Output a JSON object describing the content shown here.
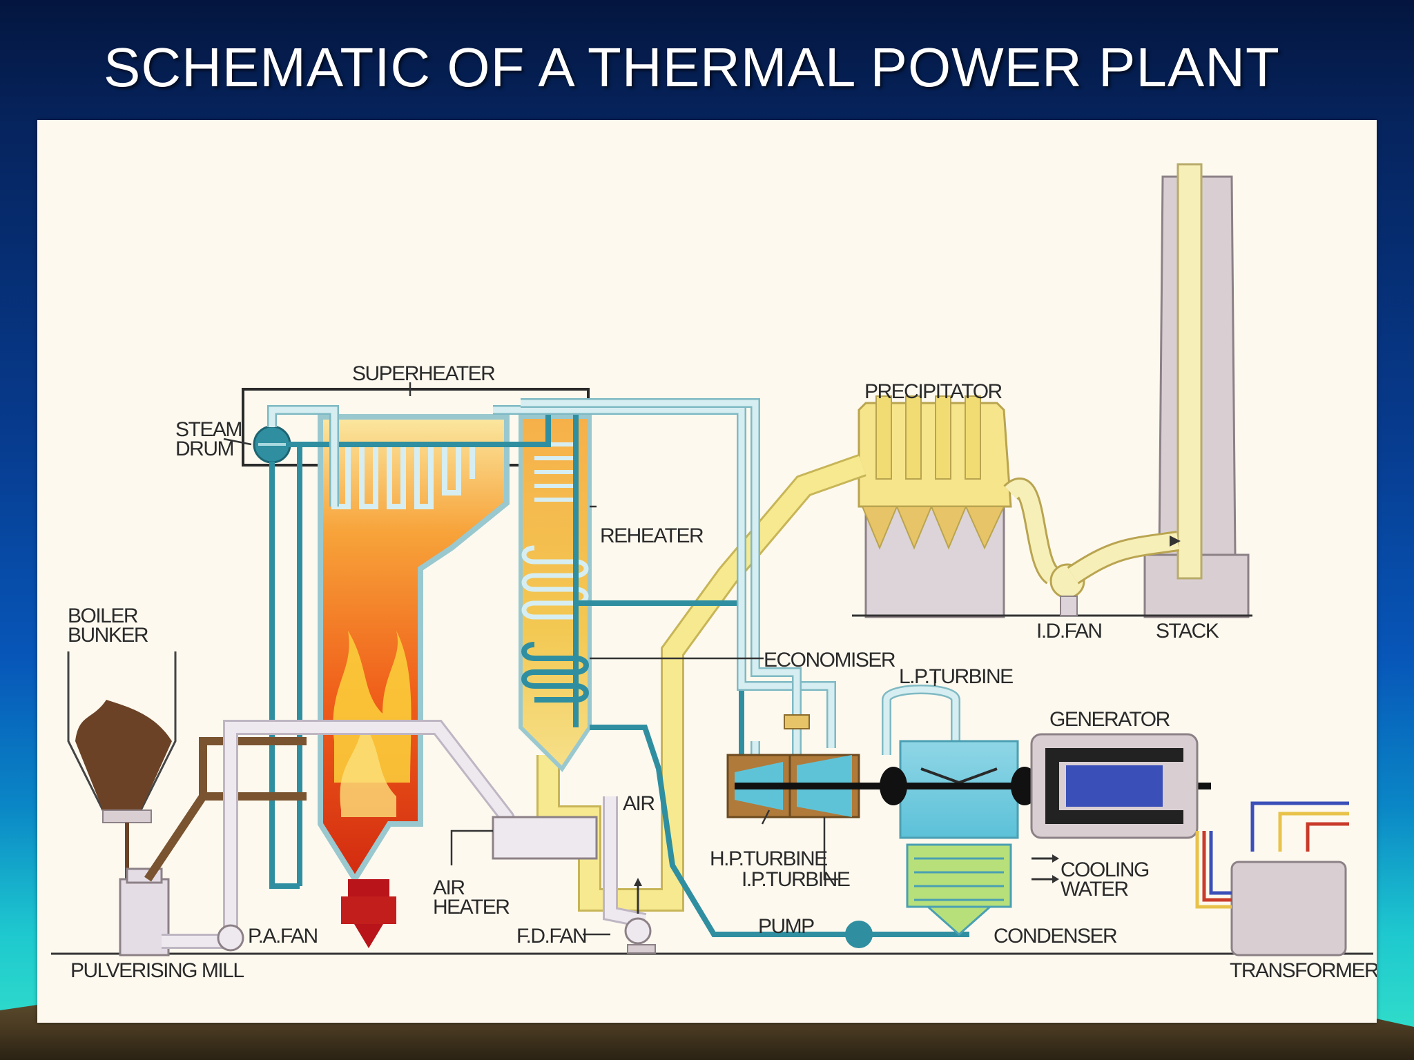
{
  "title": "SCHEMATIC OF A THERMAL POWER PLANT",
  "labels": {
    "superheater": "SUPERHEATER",
    "steam_drum_1": "STEAM",
    "steam_drum_2": "DRUM",
    "reheater": "REHEATER",
    "precipitator": "PRECIPITATOR",
    "boiler_bunker_1": "BOILER",
    "boiler_bunker_2": "BUNKER",
    "id_fan": "I.D.FAN",
    "stack": "STACK",
    "economiser": "ECONOMISER",
    "lp_turbine": "L.P.TURBINE",
    "generator": "GENERATOR",
    "air": "AIR",
    "hp_turbine": "H.P.TURBINE",
    "ip_turbine": "I.P.TURBINE",
    "cooling_water_1": "COOLING",
    "cooling_water_2": "WATER",
    "air_heater_1": "AIR",
    "air_heater_2": "HEATER",
    "pa_fan": "P.A.FAN",
    "fd_fan": "F.D.FAN",
    "pump": "PUMP",
    "condenser": "CONDENSER",
    "pulverising_mill": "PULVERISING MILL",
    "transformer": "TRANSFORMER"
  },
  "colors": {
    "water_pipe": "#2f8fa0",
    "steam_pipe": "#a9d9e0",
    "flue_gas": "#f3e49a",
    "furnace_flame": "#f05a12",
    "coal": "#6b4226",
    "air_duct": "#e4dde6"
  }
}
